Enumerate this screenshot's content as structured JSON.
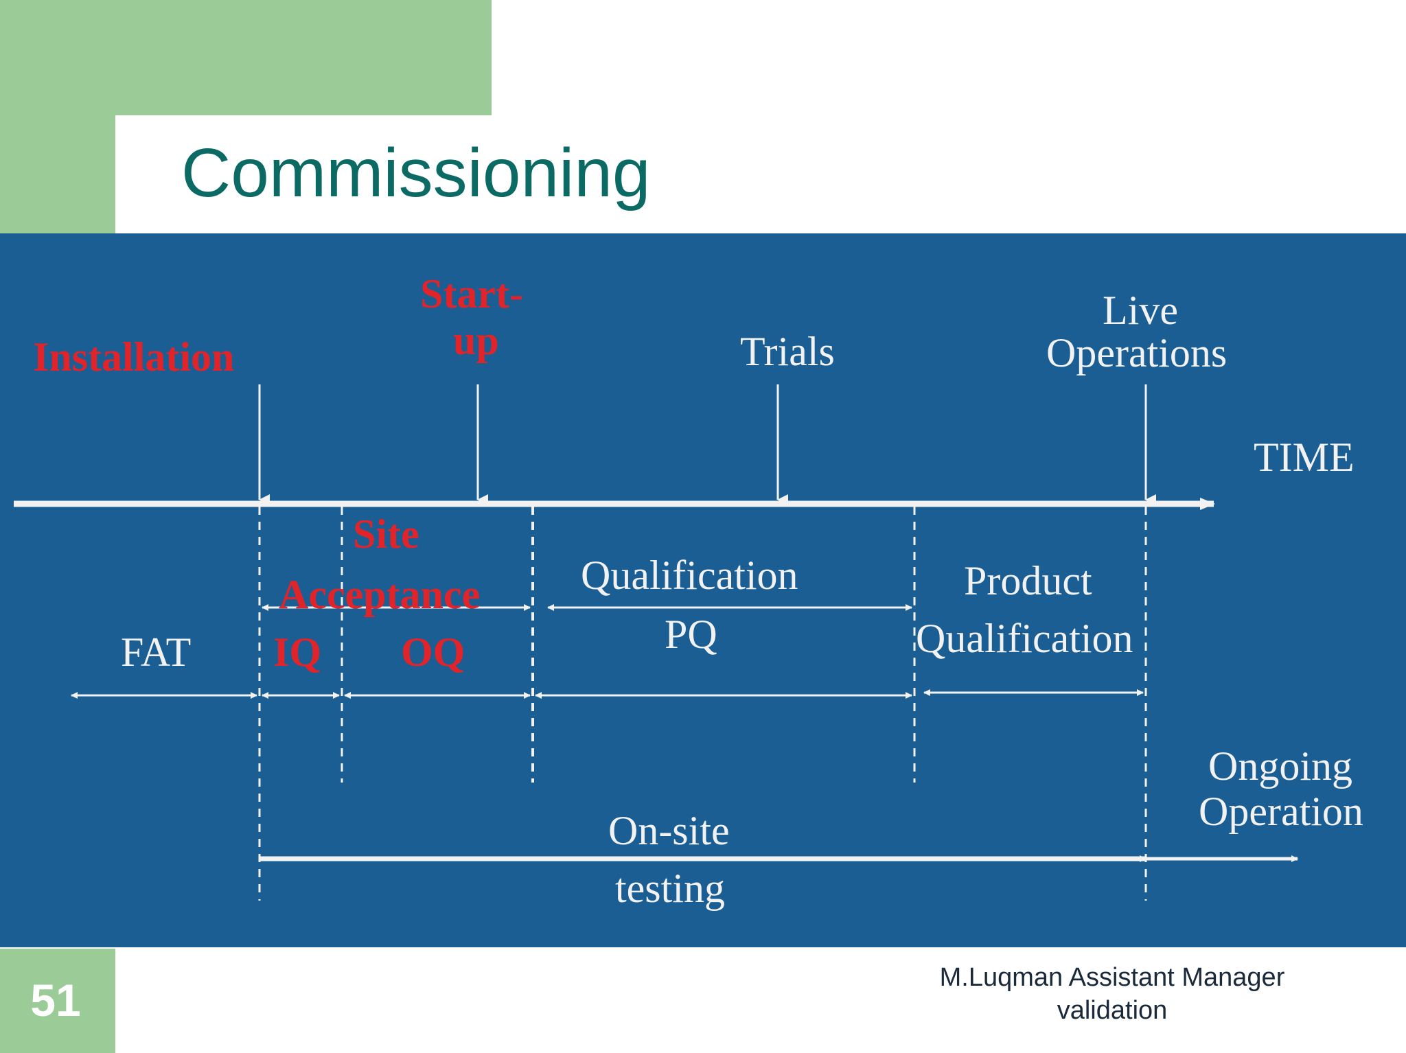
{
  "slide": {
    "title": "Commissioning",
    "page_number": "51",
    "footer_line1": "M.Luqman Assistant Manager",
    "footer_line2": "validation"
  },
  "diagram": {
    "milestones": {
      "installation": "Installation",
      "startup_1": "Start-",
      "startup_2": "up",
      "trials": "Trials",
      "live_1": "Live",
      "live_2": "Operations",
      "time": "TIME"
    },
    "phases": {
      "site_1": "Site",
      "site_2": "Acceptance",
      "qualification": "Qualification",
      "product_1": "Product",
      "product_2": "Qualification",
      "fat": "FAT",
      "iq": "IQ",
      "oq": "OQ",
      "pq": "PQ",
      "ongoing_1": "Ongoing",
      "ongoing_2": "Operation",
      "onsite_1": "On-site",
      "onsite_2": "testing"
    },
    "colors": {
      "background": "#1a5e94",
      "line": "#f2f2f2",
      "highlight": "#e0242a",
      "title": "#0b6a63",
      "accent": "#9bcc97"
    }
  }
}
